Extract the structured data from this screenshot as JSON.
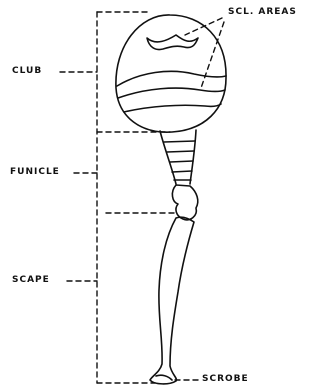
{
  "labels": {
    "club": "CLUB",
    "funicle": "FUNICLE",
    "scape": "SCAPE",
    "scl_areas": "SCL. AREAS",
    "scrobe": "SCROBE"
  },
  "colors": {
    "ink": "#111111",
    "background": "#ffffff"
  }
}
